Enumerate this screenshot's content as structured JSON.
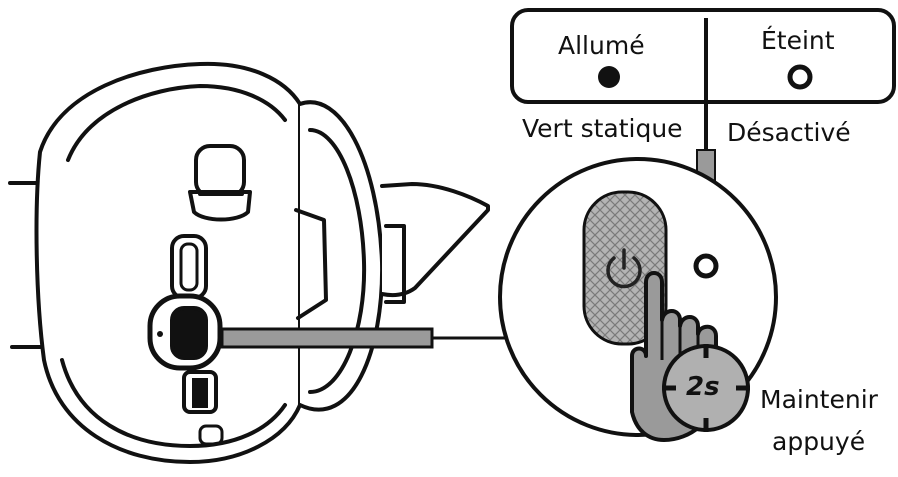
{
  "legend": {
    "on": {
      "state": "Allumé",
      "meaning": "Vert statique"
    },
    "off": {
      "state": "Éteint",
      "meaning": "Désactivé"
    }
  },
  "hold": {
    "duration": "2s",
    "instruction_line1": "Maintenir",
    "instruction_line2": "appuyé"
  },
  "icons": [
    "headset-illustration",
    "power-icon",
    "pointing-hand-icon",
    "timer-icon",
    "led-on-dot",
    "led-off-ring"
  ],
  "colors": {
    "ink": "#111111",
    "gray": "#9a9a9a",
    "button_gray": "#b4b4b4",
    "paper": "#ffffff"
  }
}
